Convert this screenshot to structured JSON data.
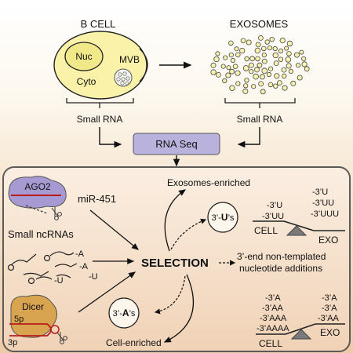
{
  "top": {
    "bcell_label": "B CELL",
    "exosomes_label": "EXOSOMES",
    "nuc_label": "Nuc",
    "cyto_label": "Cyto",
    "mvb_label": "MVB",
    "small_rna_left": "Small RNA",
    "small_rna_right": "Small RNA",
    "rna_seq_label": "RNA Seq"
  },
  "panel": {
    "ago2_label": "AGO2",
    "mir_label": "miR-451",
    "small_ncrnas_label": "Small ncRNAs",
    "ncrna_tails": [
      "-A",
      "-A",
      "-U",
      "-U"
    ],
    "dicer_label": "Dicer",
    "five_p_label": "5p",
    "three_p_label": "3p",
    "selection_label": "SELECTION",
    "exo_enriched_label": "Exosomes-enriched",
    "cell_enriched_label": "Cell-enriched",
    "u_circle_prefix": "3’-",
    "u_circle_letter": "U",
    "u_circle_suffix": "’s",
    "a_circle_prefix": "3’-",
    "a_circle_letter": "A",
    "a_circle_suffix": "’s",
    "additions_line1": "3’-end non-templated",
    "additions_line2": "nucleotide additions",
    "upper_scale": {
      "left_items": [
        "-3’U",
        "-3’UU"
      ],
      "right_items": [
        "-3’U",
        "-3’UU",
        "-3’UUU"
      ],
      "left_base": "CELL",
      "right_base": "EXO"
    },
    "lower_scale": {
      "left_items": [
        "-3’A",
        "-3’AA",
        "-3’AAA",
        "-3’AAAA"
      ],
      "right_items": [
        "-3’A",
        "-3’A",
        "-3’AA"
      ],
      "left_base": "CELL",
      "right_base": "EXO"
    }
  },
  "colors": {
    "cell_fill": "#faf2a8",
    "nucleus_fill": "#f1e88a",
    "exosome_fill": "#f8f2b0",
    "rna_seq_fill": "#b8b2dc",
    "ago2_fill": "#a79ad2",
    "dicer_fill": "#d9a450",
    "rna_strand": "#b81c1c",
    "panel_border": "#5a5a5a",
    "scale_fulcrum": "#7a7a7a"
  }
}
